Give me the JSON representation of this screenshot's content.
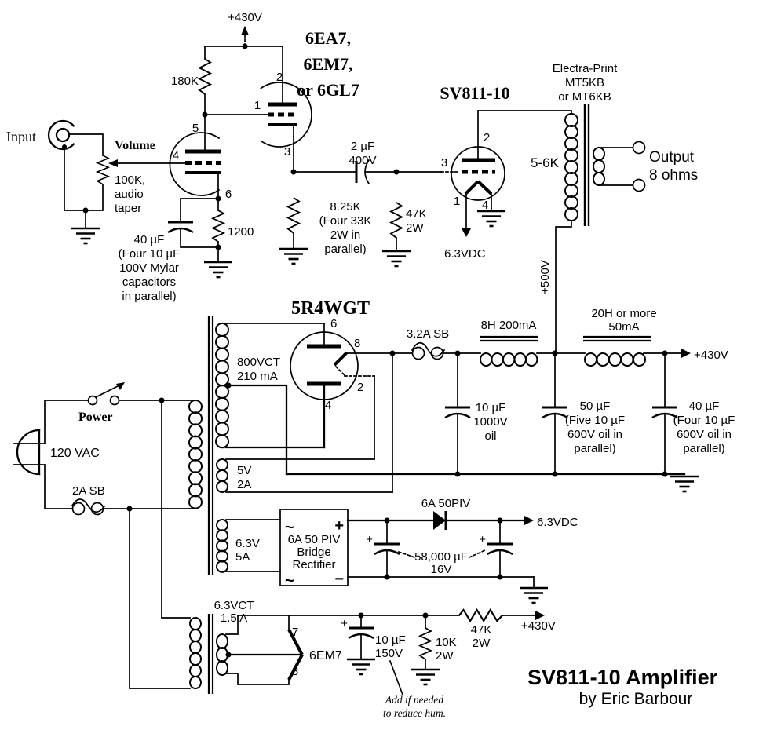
{
  "title": {
    "main": "SV811-10 Amplifier",
    "byline": "by Eric Barbour"
  },
  "input_stage": {
    "input": "Input",
    "volume": "Volume",
    "pot": "100K,\naudio\ntaper",
    "r_plate": "180K",
    "b_plus": "+430V",
    "tube_names": "6EA7,\n6EM7,\nor 6GL7",
    "r_cathode": "1200",
    "c_cathode": "40 µF\n(Four 10 µF\n100V Mylar\ncapacitors\nin parallel)",
    "r_load": "8.25K\n(Four 33K\n2W in\nparallel)",
    "c_coupling": "2 µF\n400V",
    "r_grid": "47K\n2W",
    "pins": {
      "p1": "1",
      "p2": "2",
      "p3": "3",
      "p4": "4",
      "p5": "5",
      "p6": "6"
    }
  },
  "output_stage": {
    "tube": "SV811-10",
    "opt": "Electra-Print\nMT5KB\nor MT6KB",
    "impedance": "5-6K",
    "output": "Output\n8 ohms",
    "heater": "6.3VDC",
    "b_plus_wire": "+500V",
    "pins": {
      "p1": "1",
      "p2": "2",
      "p3": "3",
      "p4": "4"
    }
  },
  "power_supply": {
    "rectifier": "5R4WGT",
    "hv_winding": "800VCT\n210 mA",
    "fuse_hv": "3.2A SB",
    "choke1": "8H 200mA",
    "choke2": "20H or more\n50mA",
    "b_out": "+430V",
    "c1": "10 µF\n1000V\noil",
    "c2": "50 µF\n(Five 10 µF\n600V oil in\nparallel)",
    "c3": "40 µF\n(Four 10 µF\n600V oil in\nparallel)",
    "power": "Power",
    "mains": "120 VAC",
    "fuse_mains": "2A SB",
    "w5": "5V\n2A",
    "w63": "6.3V\n5A",
    "pins": {
      "p2": "2",
      "p4": "4",
      "p6": "6",
      "p8": "8"
    }
  },
  "heater_dc": {
    "bridge": "6A 50 PIV\nBridge\nRectifier",
    "diode": "6A 50PIV",
    "caps": "58,000 µF\n16V",
    "out": "6.3VDC",
    "plus": "+",
    "minus": "−",
    "ac": "~",
    "cap_plus": "+"
  },
  "heater_bias": {
    "winding": "6.3VCT\n1.5 A",
    "tube": "6EM7",
    "cap": "10 µF\n150V",
    "cap_plus": "+",
    "r_shunt": "10K\n2W",
    "r_series": "47K\n2W",
    "b_plus": "+430V",
    "note": "Add if needed\nto reduce hum.",
    "pins": {
      "p7": "7",
      "p8": "8"
    }
  }
}
